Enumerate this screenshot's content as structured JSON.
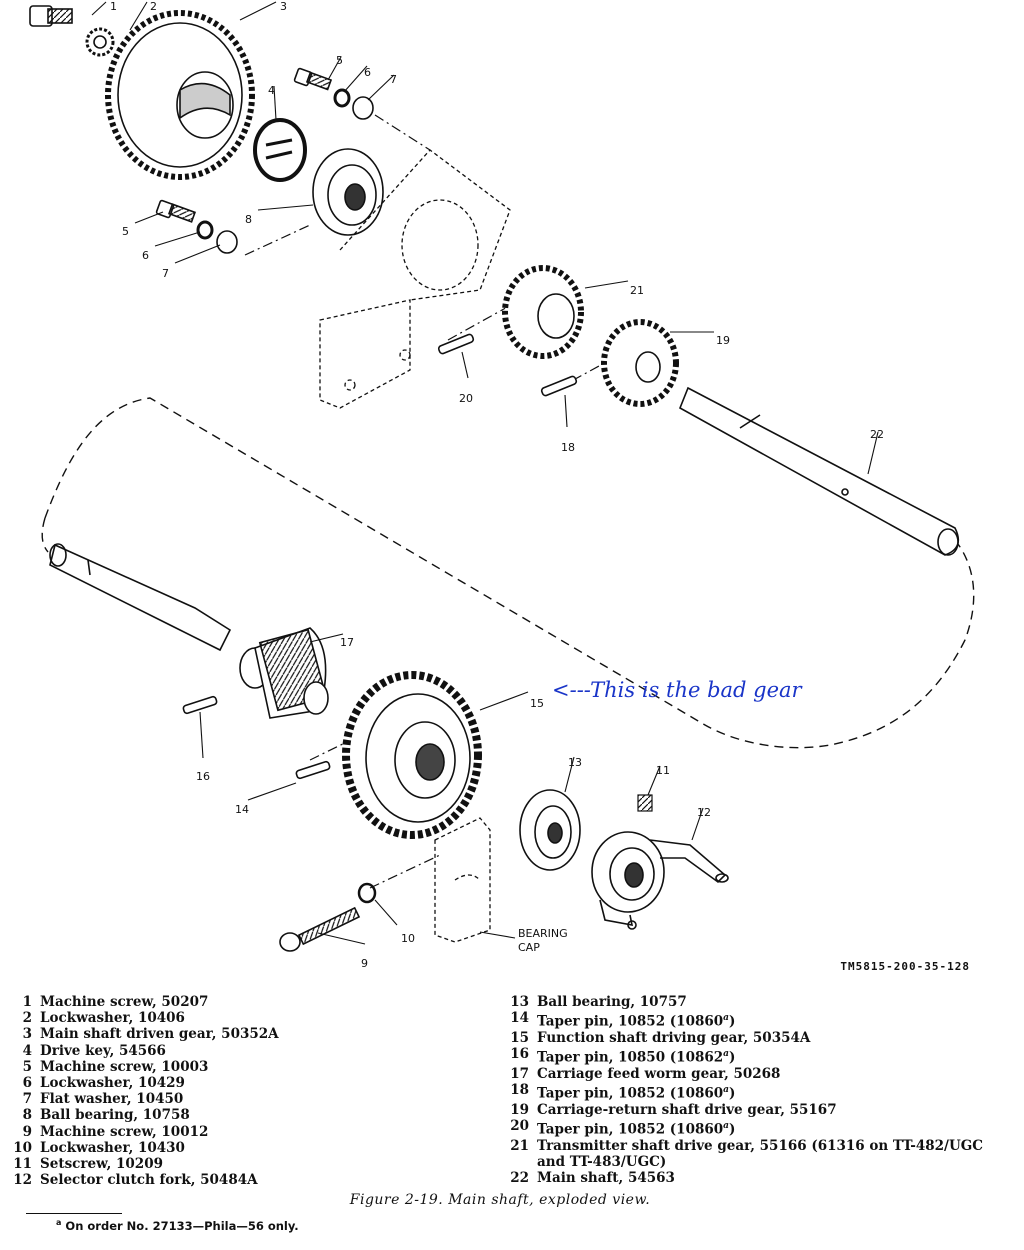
{
  "diagram": {
    "callouts": [
      {
        "id": "1",
        "text": "1"
      },
      {
        "id": "2",
        "text": "2"
      },
      {
        "id": "3",
        "text": "3"
      },
      {
        "id": "4",
        "text": "4"
      },
      {
        "id": "5a",
        "text": "5"
      },
      {
        "id": "6a",
        "text": "6"
      },
      {
        "id": "7a",
        "text": "7"
      },
      {
        "id": "5b",
        "text": "5"
      },
      {
        "id": "6b",
        "text": "6"
      },
      {
        "id": "7b",
        "text": "7"
      },
      {
        "id": "8",
        "text": "8"
      },
      {
        "id": "21",
        "text": "21"
      },
      {
        "id": "19",
        "text": "19"
      },
      {
        "id": "20",
        "text": "20"
      },
      {
        "id": "18",
        "text": "18"
      },
      {
        "id": "22",
        "text": "22"
      },
      {
        "id": "17",
        "text": "17"
      },
      {
        "id": "15",
        "text": "15"
      },
      {
        "id": "16",
        "text": "16"
      },
      {
        "id": "14",
        "text": "14"
      },
      {
        "id": "13",
        "text": "13"
      },
      {
        "id": "11",
        "text": "11"
      },
      {
        "id": "12",
        "text": "12"
      },
      {
        "id": "10",
        "text": "10"
      },
      {
        "id": "9",
        "text": "9"
      }
    ],
    "bearing_cap_label_1": "BEARING",
    "bearing_cap_label_2": "CAP",
    "drawing_number": "TM5815-200-35-128",
    "annotation": "<---This is the bad gear",
    "annotation_color": "#1a35c8"
  },
  "legend": {
    "left": [
      {
        "num": "1",
        "text": "Machine screw, 50207"
      },
      {
        "num": "2",
        "text": "Lockwasher, 10406"
      },
      {
        "num": "3",
        "text": "Main shaft driven gear, 50352A"
      },
      {
        "num": "4",
        "text": "Drive key, 54566"
      },
      {
        "num": "5",
        "text": "Machine screw, 10003"
      },
      {
        "num": "6",
        "text": "Lockwasher, 10429"
      },
      {
        "num": "7",
        "text": "Flat washer, 10450"
      },
      {
        "num": "8",
        "text": "Ball bearing, 10758"
      },
      {
        "num": "9",
        "text": "Machine screw, 10012"
      },
      {
        "num": "10",
        "text": "Lockwasher, 10430"
      },
      {
        "num": "11",
        "text": "Setscrew, 10209"
      },
      {
        "num": "12",
        "text": "Selector clutch fork, 50484A"
      }
    ],
    "right": [
      {
        "num": "13",
        "text": "Ball bearing, 10757"
      },
      {
        "num": "14",
        "text": "Taper pin, 10852 (10860",
        "note": "a",
        "tail": ")"
      },
      {
        "num": "15",
        "text": "Function shaft driving gear, 50354A"
      },
      {
        "num": "16",
        "text": "Taper pin, 10850 (10862",
        "note": "a",
        "tail": ")"
      },
      {
        "num": "17",
        "text": "Carriage feed worm gear, 50268"
      },
      {
        "num": "18",
        "text": "Taper pin, 10852 (10860",
        "note": "a",
        "tail": ")"
      },
      {
        "num": "19",
        "text": "Carriage-return shaft drive gear, 55167"
      },
      {
        "num": "20",
        "text": "Taper pin, 10852 (10860",
        "note": "a",
        "tail": ")"
      },
      {
        "num": "21",
        "text": "Transmitter shaft drive gear, 55166 (61316 on TT-482/UGC and TT-483/UGC)"
      },
      {
        "num": "22",
        "text": "Main shaft, 54563"
      }
    ]
  },
  "caption": "Figure 2-19.   Main shaft, exploded view.",
  "footnote": {
    "marker": "a",
    "text": "On order No. 27133—Phila—56 only."
  }
}
